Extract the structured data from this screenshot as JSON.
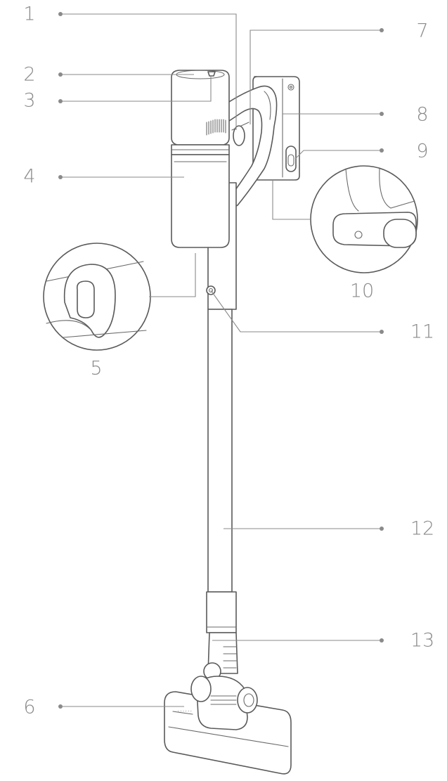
{
  "figure": {
    "colors": {
      "line": "#5a5a5a",
      "leader": "#8a8a8a",
      "label": "#8a8a8a",
      "background": "#ffffff"
    },
    "callouts": [
      {
        "id": "1",
        "label": "1"
      },
      {
        "id": "2",
        "label": "2"
      },
      {
        "id": "3",
        "label": "3"
      },
      {
        "id": "4",
        "label": "4"
      },
      {
        "id": "5",
        "label": "5"
      },
      {
        "id": "6",
        "label": "6"
      },
      {
        "id": "7",
        "label": "7"
      },
      {
        "id": "8",
        "label": "8"
      },
      {
        "id": "9",
        "label": "9"
      },
      {
        "id": "10",
        "label": "10"
      },
      {
        "id": "11",
        "label": "11"
      },
      {
        "id": "12",
        "label": "12"
      },
      {
        "id": "13",
        "label": "13"
      }
    ]
  }
}
